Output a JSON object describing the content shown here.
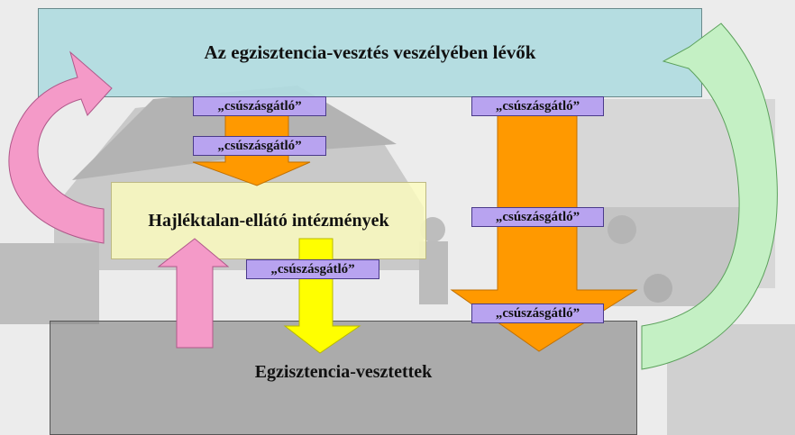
{
  "boxes": {
    "top": "Az egzisztencia-vesztés veszélyében lévők",
    "middle": "Hajléktalan-ellátó intézmények",
    "bottom": "Egzisztencia-vesztettek"
  },
  "tags": {
    "t1": "„csúszásgátló”",
    "t2": "„csúszásgátló”",
    "t3": "„csúszásgátló”",
    "t4": "„csúszásgátló”",
    "t5": "„csúszásgátló”",
    "t6": "„csúszásgátló”"
  },
  "colors": {
    "top_box": "#b0dce0",
    "middle_box": "#fcfcbe",
    "bottom_box": "#828282",
    "tag": "#b8a3f0",
    "orange_arrow": "#ff9900",
    "yellow_arrow": "#ffff00",
    "pink_arrow": "#f49ac8",
    "green_arrow": "#c4f0c4"
  }
}
